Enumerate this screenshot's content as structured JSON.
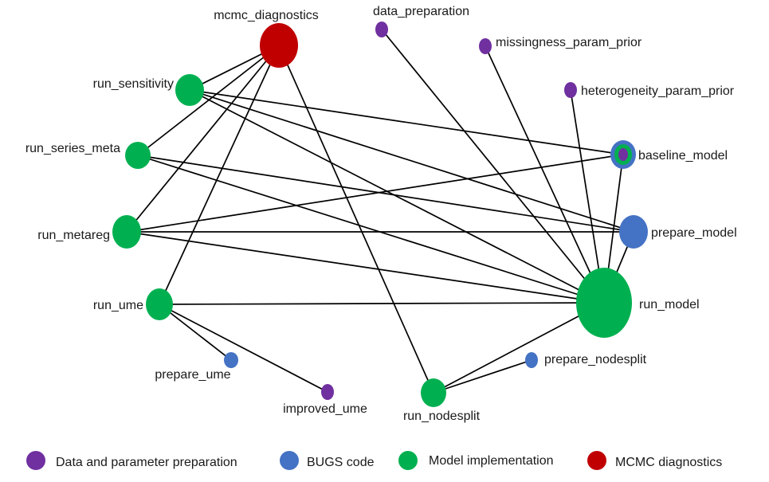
{
  "colors": {
    "data": "#7030a0",
    "bugs": "#4472c4",
    "model": "#00b050",
    "mcmc": "#c00000"
  },
  "nodes": {
    "mcmc_diagnostics": "mcmc_diagnostics",
    "data_preparation": "data_preparation",
    "missingness_param_prior": "missingness_param_prior",
    "heterogeneity_param_prior": "heterogeneity_param_prior",
    "run_sensitivity": "run_sensitivity",
    "run_series_meta": "run_series_meta",
    "baseline_model": "baseline_model",
    "run_metareg": "run_metareg",
    "prepare_model": "prepare_model",
    "run_model": "run_model",
    "run_ume": "run_ume",
    "prepare_ume": "prepare_ume",
    "prepare_nodesplit": "prepare_nodesplit",
    "improved_ume": "improved_ume",
    "run_nodesplit": "run_nodesplit"
  },
  "legend": {
    "data": "Data and parameter preparation",
    "bugs": "BUGS code",
    "model": "Model implementation",
    "mcmc": "MCMC diagnostics"
  }
}
